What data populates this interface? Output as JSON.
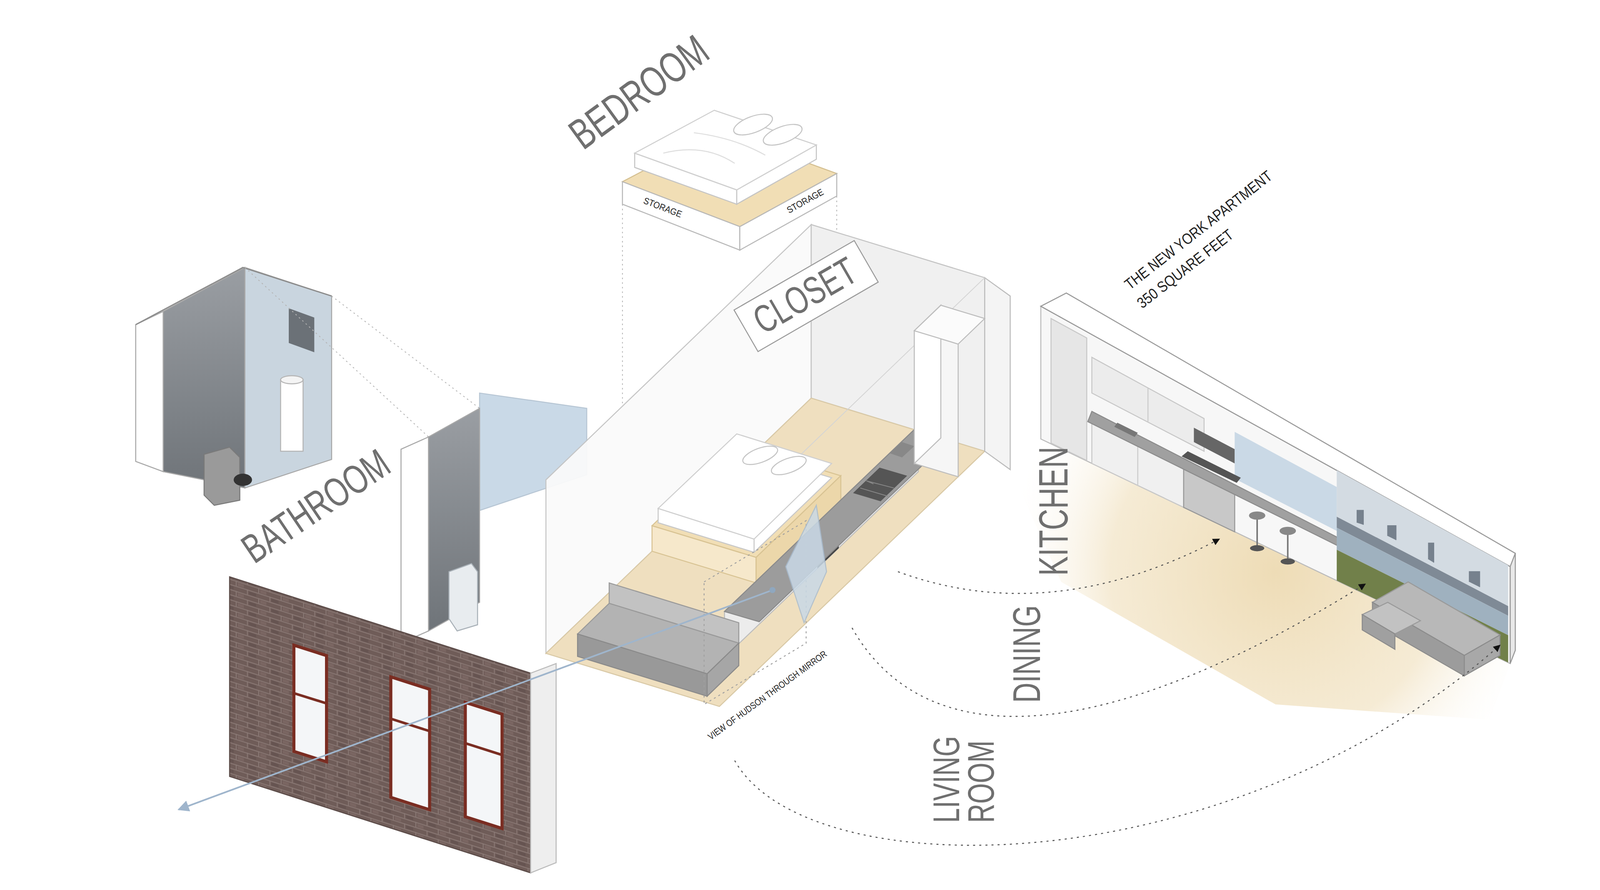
{
  "diagram": {
    "nodes": [
      {
        "text": [
          "CLOSET"
        ]
      }
    ],
    "labels": [
      "BEDROOM",
      "STORAGE",
      "STORAGE",
      "THE NEW YORK APARTMENT",
      "350 SQUARE FEET",
      "BATHROOM",
      "KITCHEN",
      "DINING",
      "LIVING ROOM",
      "VIEW OF HUDSON THROUGH MIRROR"
    ]
  }
}
